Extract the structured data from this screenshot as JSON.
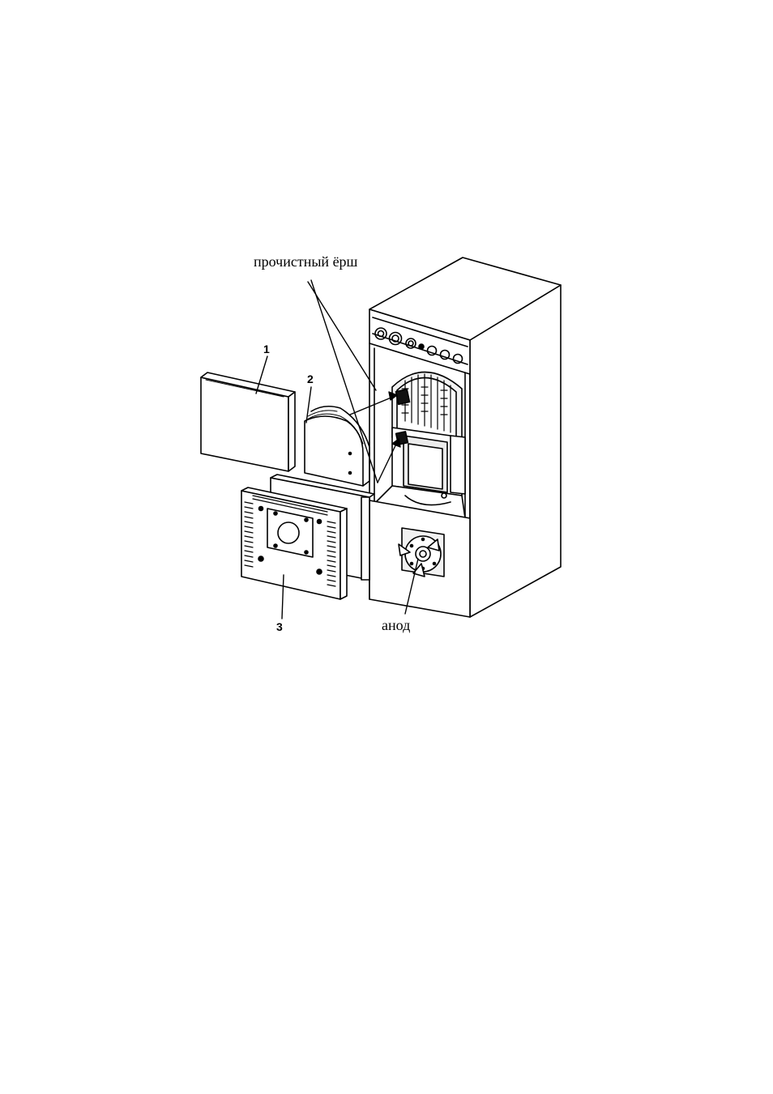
{
  "labels": {
    "cleaning_brush": "прочистный ёрш",
    "anode": "анод",
    "part_1": "1",
    "part_2": "2",
    "part_3": "3"
  },
  "colors": {
    "line": "#000000",
    "panel_fill": "#ffffff",
    "shade": "#e6e6e6",
    "dark_fill": "#111111"
  }
}
